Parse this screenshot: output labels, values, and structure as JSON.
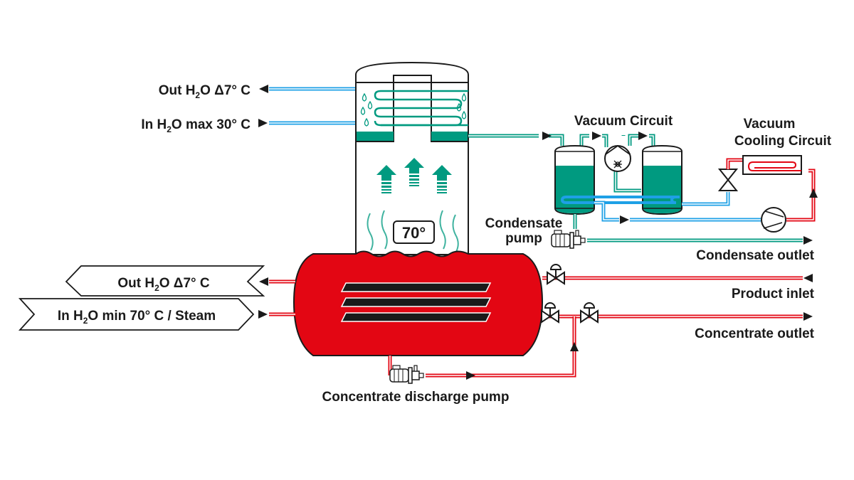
{
  "diagram": {
    "title": "Evaporator process diagram",
    "colors": {
      "green": "#009a80",
      "red": "#e30613",
      "blue": "#1ea0e6",
      "black": "#1a1a1a",
      "white": "#ffffff"
    },
    "labels": {
      "cooling_out": {
        "prefix": "Out H",
        "sub": "2",
        "suffix": "O Δ7° C"
      },
      "cooling_in": {
        "prefix": "In H",
        "sub": "2",
        "suffix": "O max 30° C"
      },
      "heating_out": {
        "prefix": "Out H",
        "sub": "2",
        "suffix": "O Δ7° C"
      },
      "heating_in": {
        "prefix": "In H",
        "sub": "2",
        "suffix": "O min 70° C / Steam"
      },
      "temperature": "70°",
      "vacuum_circuit": "Vacuum Circuit",
      "vacuum_cooling_line1": "Vacuum",
      "vacuum_cooling_line2": "Cooling Circuit",
      "condensate_pump_line1": "Condensate",
      "condensate_pump_line2": "pump",
      "condensate_outlet": "Condensate outlet",
      "product_inlet": "Product inlet",
      "concentrate_outlet": "Concentrate outlet",
      "concentrate_discharge_pump": "Concentrate discharge pump"
    }
  }
}
